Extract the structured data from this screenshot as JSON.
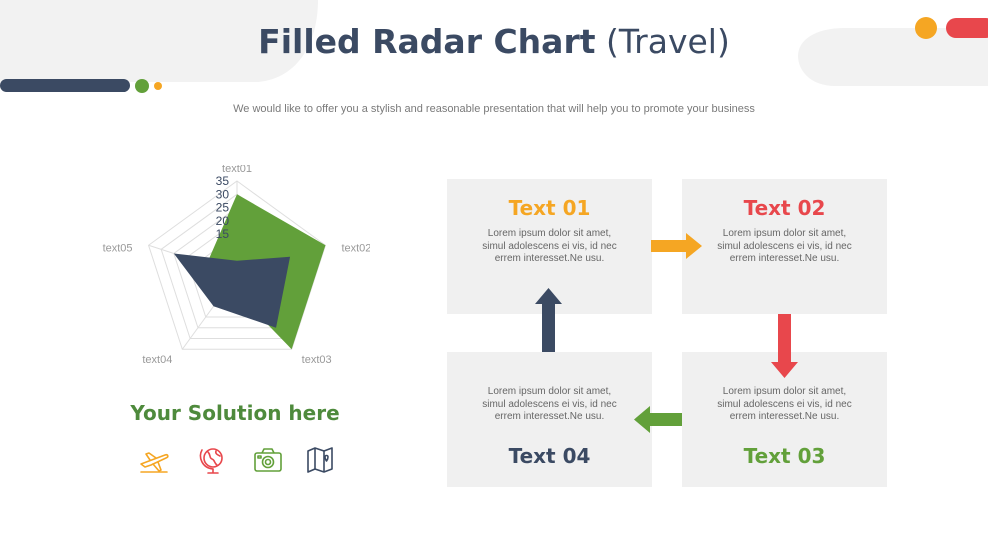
{
  "header": {
    "title_bold": "Filled Radar Chart",
    "title_light": " (Travel)",
    "subtitle": "We would like to offer you a stylish and reasonable presentation that will help you to promote your business"
  },
  "colors": {
    "navy": "#3b4a63",
    "green": "#62a03a",
    "orange": "#f5a623",
    "red": "#e8474c",
    "box": "#f0f0f0"
  },
  "chart_data": {
    "type": "radar",
    "categories": [
      "text01",
      "text02",
      "text03",
      "text04",
      "text05"
    ],
    "ticks": [
      "35",
      "30",
      "25",
      "20",
      "15"
    ],
    "rmax": 35,
    "series": [
      {
        "values": [
          30,
          35,
          35,
          5,
          12
        ],
        "color": "#62a03a"
      },
      {
        "values": [
          5,
          21,
          25,
          15,
          25
        ],
        "color": "#3b4a63"
      }
    ]
  },
  "solution": "Your Solution here",
  "icons": [
    "airplane-icon",
    "globe-icon",
    "camera-icon",
    "map-icon"
  ],
  "steps": [
    {
      "title": "Text 01",
      "desc": "Lorem ipsum dolor sit amet, simul adolescens ei vis, id nec errem interesset.Ne usu.",
      "color": "#f5a623"
    },
    {
      "title": "Text 02",
      "desc": "Lorem ipsum dolor sit amet, simul adolescens ei vis, id nec errem interesset.Ne usu.",
      "color": "#e8474c"
    },
    {
      "title": "Text 03",
      "desc": "Lorem ipsum dolor sit amet, simul adolescens ei vis, id nec errem interesset.Ne usu.",
      "color": "#62a03a"
    },
    {
      "title": "Text 04",
      "desc": "Lorem ipsum dolor sit amet, simul adolescens ei vis, id nec errem interesset.Ne usu.",
      "color": "#3b4a63"
    }
  ]
}
